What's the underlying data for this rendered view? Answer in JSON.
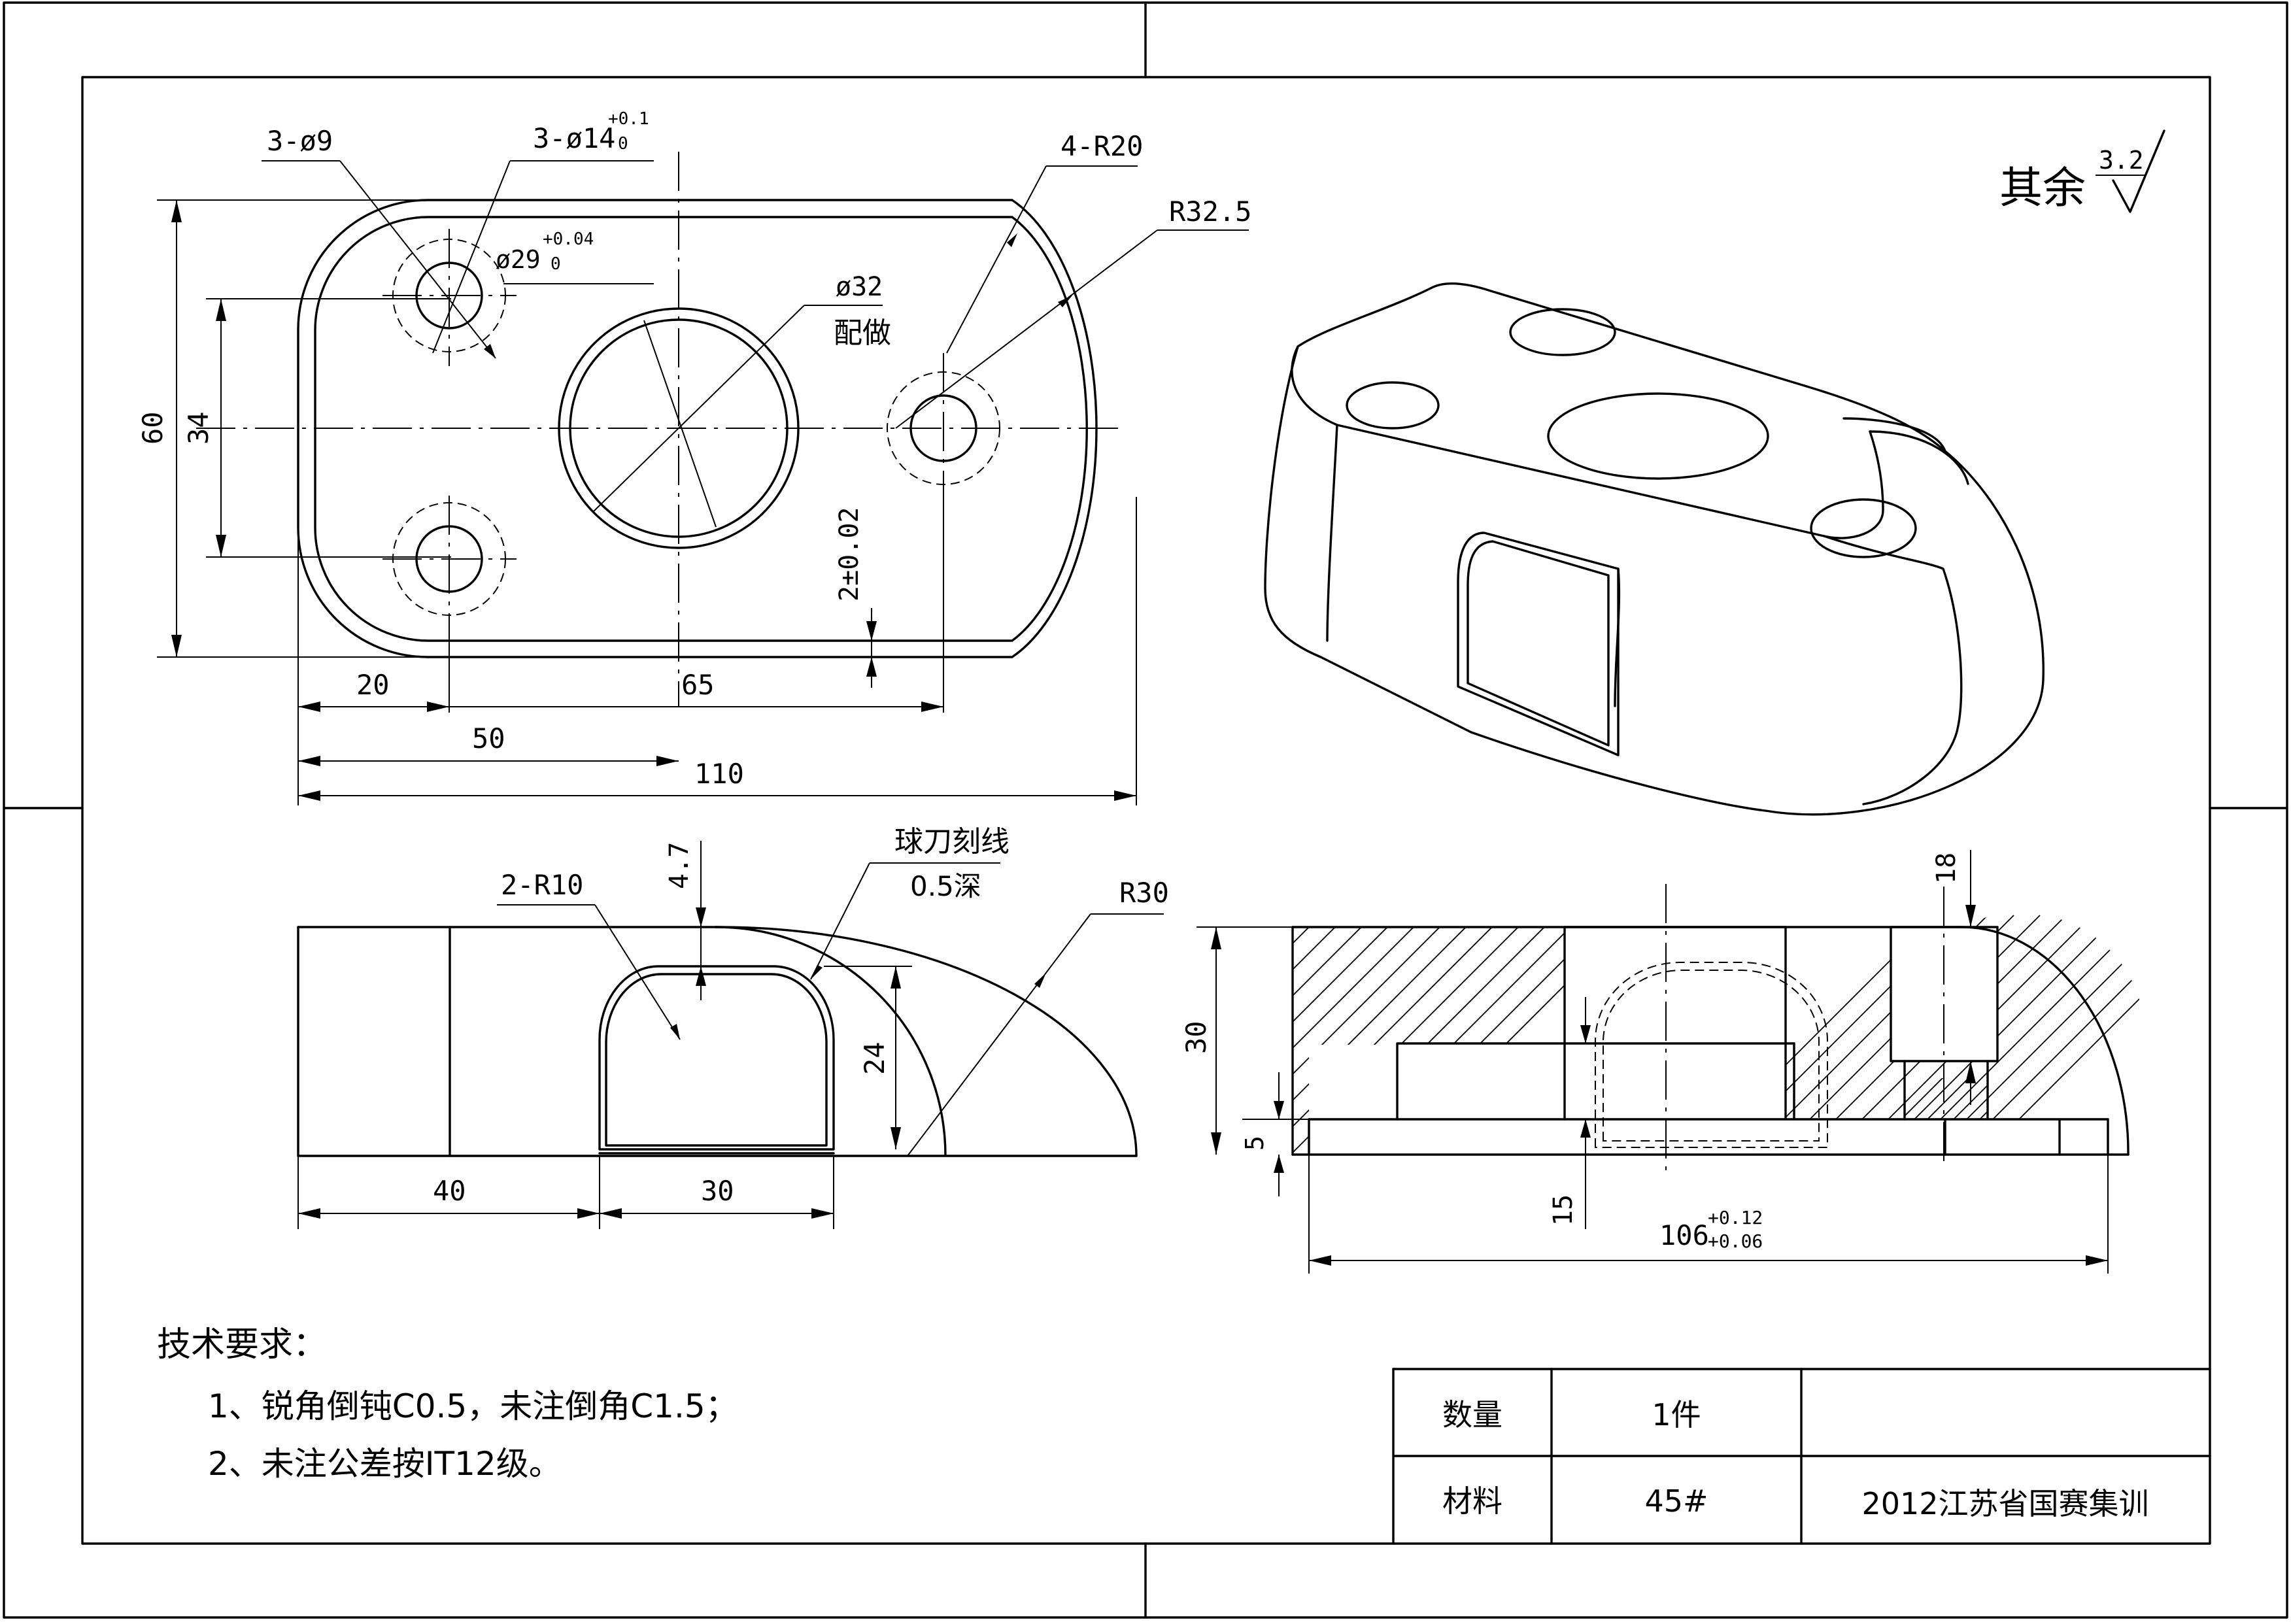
{
  "surface": {
    "symbol_text": "其余",
    "roughness": "3.2"
  },
  "top_view": {
    "hole_small_label": "3-ø9",
    "hole_cbore_main": "3-ø14",
    "hole_cbore_upper": "+0.1",
    "hole_cbore_lower": "0",
    "cbore_dia_main": "ø29",
    "cbore_dia_upper": "+0.04",
    "cbore_dia_lower": "0",
    "center_hole": "ø32",
    "center_note": "配做",
    "corner_radius": "4-R20",
    "outer_radius": "R32.5",
    "dim_60": "60",
    "dim_34": "34",
    "dim_20": "20",
    "dim_65": "65",
    "dim_50": "50",
    "dim_110": "110",
    "dim_step": "2±0.02"
  },
  "front_view": {
    "slot_radius": "2-R10",
    "depth": "4.7",
    "engrave_line1": "球刀刻线",
    "engrave_line2": "0.5深",
    "arc_radius": "R30",
    "dim_24": "24",
    "dim_40": "40",
    "dim_30": "30"
  },
  "section_view": {
    "dim_18": "18",
    "dim_30": "30",
    "dim_5": "5",
    "dim_15": "15",
    "dim_106_main": "106",
    "dim_106_upper": "+0.12",
    "dim_106_lower": "+0.06"
  },
  "tech": {
    "title": "技术要求：",
    "line1": "1、锐角倒钝C0.5，未注倒角C1.5；",
    "line2": "2、未注公差按IT12级。"
  },
  "title_block": {
    "qty_label": "数量",
    "qty_value": "1件",
    "material_label": "材料",
    "material_value": "45#",
    "project": "2012江苏省国赛集训"
  }
}
